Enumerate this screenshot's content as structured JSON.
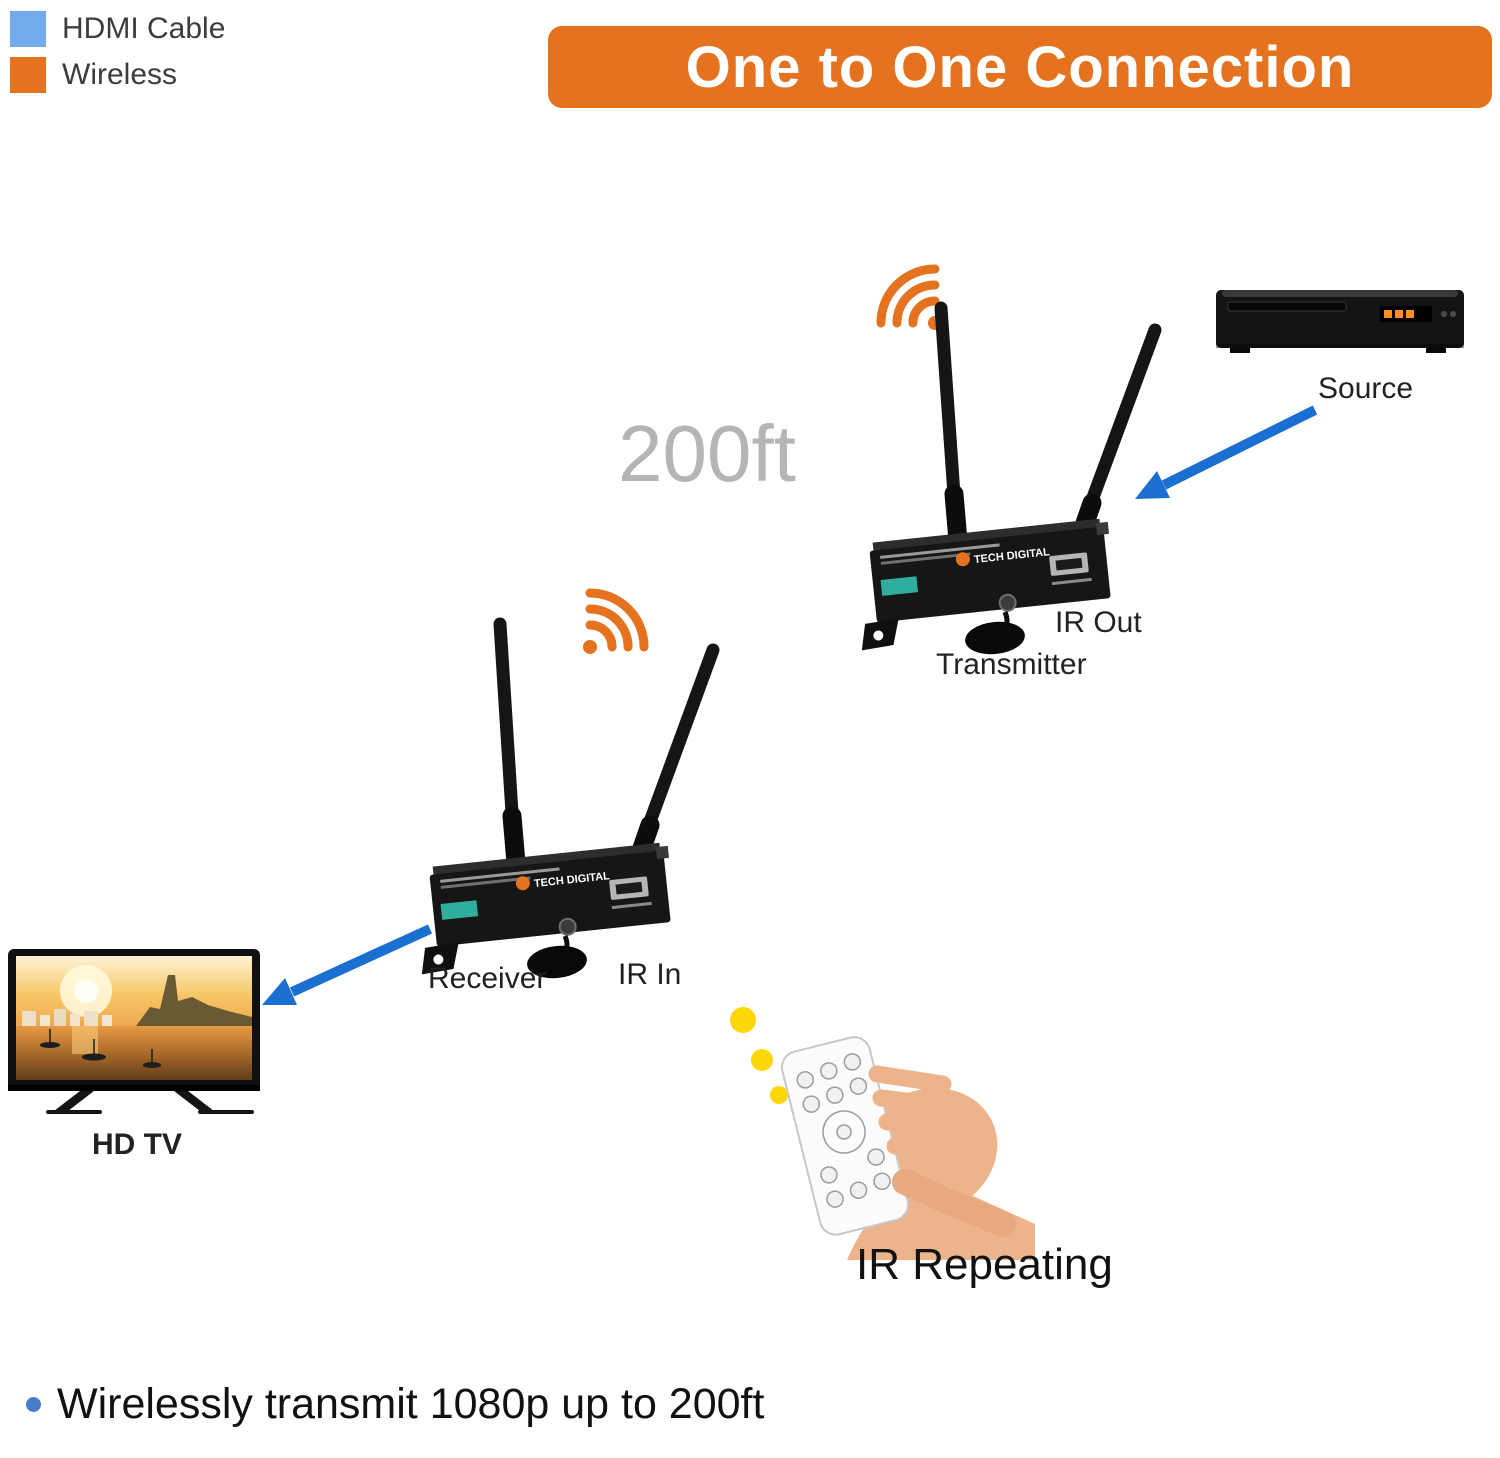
{
  "colors": {
    "wireless_orange": "#e4721f",
    "hdmi_blue": "#72aaec",
    "arrow_blue": "#1b6fd1",
    "ir_yellow": "#ffd60a"
  },
  "legend": {
    "items": [
      {
        "id": "hdmi",
        "label": "HDMI Cable"
      },
      {
        "id": "wireless",
        "label": "Wireless"
      }
    ]
  },
  "banner": {
    "title": "One to One Connection"
  },
  "diagram": {
    "distance_label": "200ft",
    "transmitter": {
      "label": "Transmitter",
      "ir_port_label": "IR Out",
      "brand": "TECH DIGITAL"
    },
    "receiver": {
      "label": "Receiver",
      "ir_port_label": "IR In",
      "brand": "TECH DIGITAL"
    },
    "source": {
      "label": "Source"
    },
    "tv": {
      "label": "HD TV"
    },
    "ir": {
      "label": "IR Repeating"
    }
  },
  "footer": {
    "note": "Wirelessly transmit 1080p up to 200ft"
  }
}
